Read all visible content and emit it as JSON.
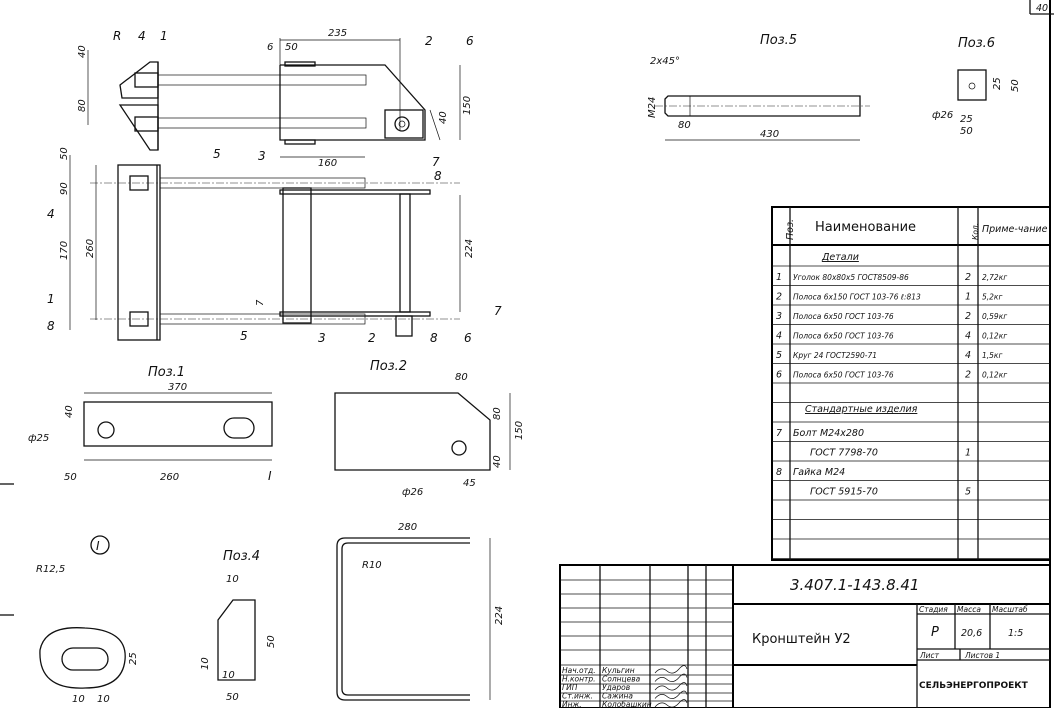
{
  "sheet_number": "40",
  "views": {
    "poz1": "Поз.1",
    "poz2": "Поз.2",
    "poz4": "Поз.4",
    "poz5": "Поз.5",
    "poz6": "Поз.6",
    "detail_mark": "I"
  },
  "callouts": [
    "R",
    "4",
    "1",
    "5",
    "3",
    "2",
    "6",
    "7",
    "8",
    "4",
    "1",
    "8",
    "5",
    "3",
    "2",
    "8",
    "6",
    "7",
    "I"
  ],
  "dims": {
    "top": [
      "235",
      "6",
      "50",
      "40",
      "80",
      "150",
      "40",
      "160"
    ],
    "main": [
      "50",
      "90",
      "170",
      "260",
      "224",
      "7"
    ],
    "poz1": [
      "370",
      "40",
      "ф25",
      "50",
      "260"
    ],
    "poz2": [
      "80",
      "80",
      "150",
      "ф26",
      "45",
      "40"
    ],
    "u": [
      "280",
      "R10",
      "224"
    ],
    "detail": [
      "R12,5",
      "25",
      "10",
      "10"
    ],
    "poz4": [
      "10",
      "50",
      "10",
      "10",
      "50"
    ],
    "poz5": [
      "2x45°",
      "M24",
      "80",
      "430"
    ],
    "poz6": [
      "ф26",
      "25",
      "50",
      "25",
      "50"
    ]
  },
  "spec_table": {
    "headers": [
      "Поз.",
      "Наименование",
      "Кол.",
      "Приме-чание"
    ],
    "section1": "Детали",
    "rows1": [
      {
        "pos": "1",
        "name": "Уголок 80x80x5 ГОСТ8509-86",
        "qty": "2",
        "note": "2,72кг"
      },
      {
        "pos": "2",
        "name": "Полоса 6x150 ГОСТ 103-76 ℓ:813",
        "qty": "1",
        "note": "5,2кг"
      },
      {
        "pos": "3",
        "name": "Полоса 6x50 ГОСТ 103-76",
        "qty": "2",
        "note": "0,59кг"
      },
      {
        "pos": "4",
        "name": "Полоса 6x50 ГОСТ 103-76",
        "qty": "4",
        "note": "0,12кг"
      },
      {
        "pos": "5",
        "name": "Круг 24 ГОСТ2590-71",
        "qty": "4",
        "note": "1,5кг"
      },
      {
        "pos": "6",
        "name": "Полоса 6x50 ГОСТ 103-76",
        "qty": "2",
        "note": "0,12кг"
      }
    ],
    "section2": "Стандартные изделия",
    "rows2": [
      {
        "pos": "7",
        "name": "Болт М24x280",
        "qty": "",
        "note": ""
      },
      {
        "pos": "",
        "name": "ГОСТ 7798-70",
        "qty": "1",
        "note": ""
      },
      {
        "pos": "8",
        "name": "Гайка М24",
        "qty": "",
        "note": ""
      },
      {
        "pos": "",
        "name": "ГОСТ 5915-70",
        "qty": "5",
        "note": ""
      }
    ]
  },
  "title_block": {
    "code": "3.407.1-143.8.41",
    "title": "Кронштейн У2",
    "stage_label": "Стадия",
    "mass_label": "Масса",
    "scale_label": "Масштаб",
    "stage": "Р",
    "mass": "20,6",
    "scale": "1:5",
    "sheet_label": "Лист",
    "sheets_label": "Листов 1",
    "org": "СЕЛЬЭНЕРГОПРОЕКТ",
    "signatures": [
      {
        "role": "Нач.отд.",
        "name": "Кульгин"
      },
      {
        "role": "Н.контр.",
        "name": "Солнцева"
      },
      {
        "role": "ГИП",
        "name": "Ударов"
      },
      {
        "role": "Ст.инж.",
        "name": "Сажина"
      },
      {
        "role": "Инж.",
        "name": "Колобашкин"
      }
    ]
  }
}
